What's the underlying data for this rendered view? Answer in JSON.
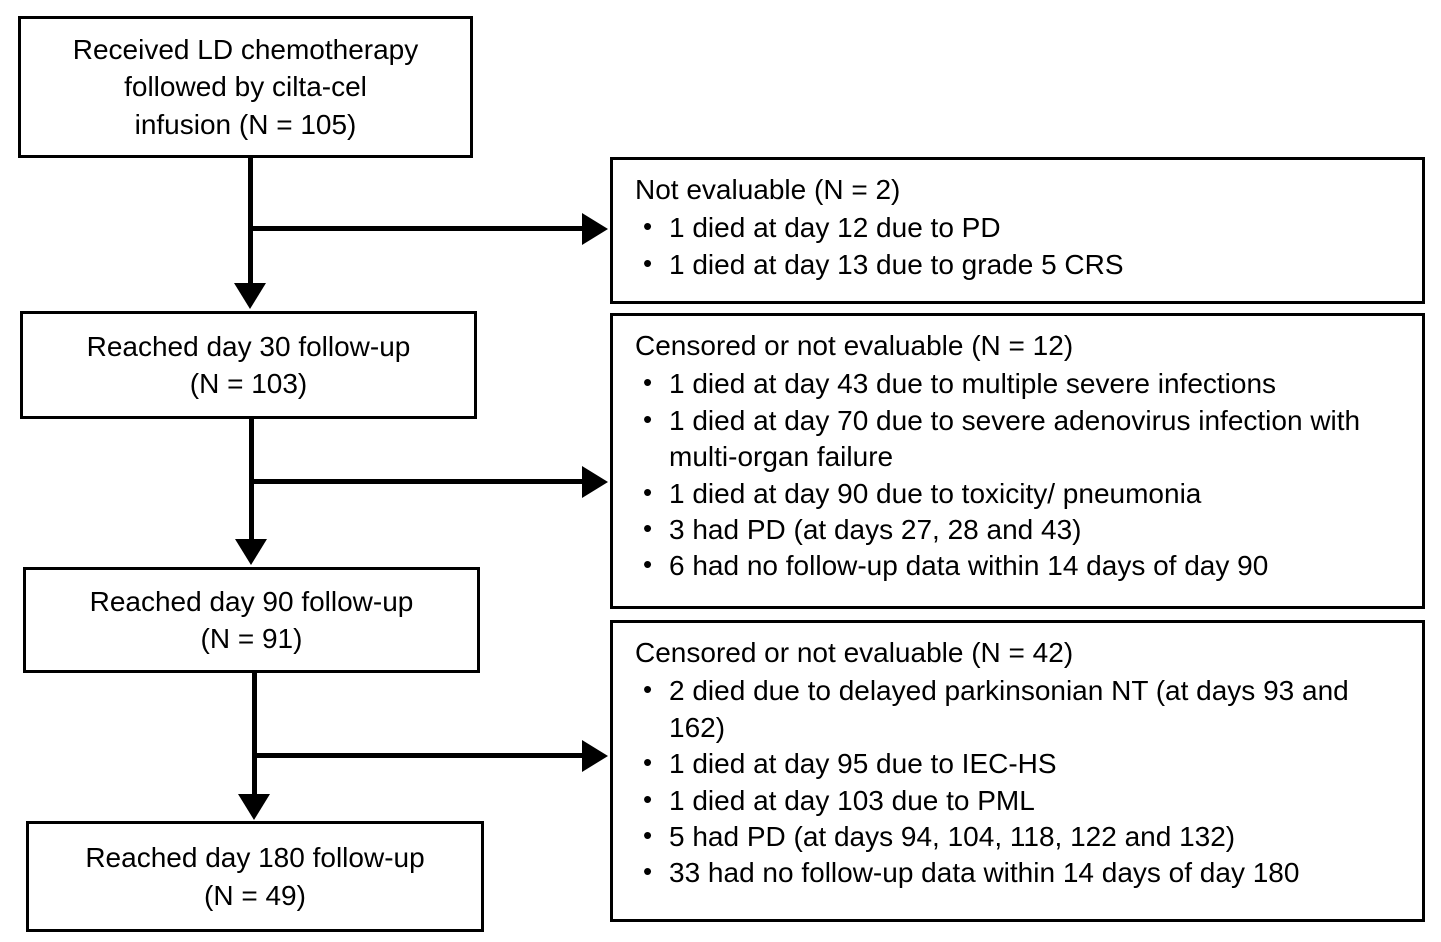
{
  "diagram": {
    "type": "flowchart",
    "title": "Patient follow-up CONSORT flow diagram",
    "accent_color": "#000000",
    "background_color": "#ffffff",
    "nodes": [
      {
        "id": "infusion",
        "lines": [
          "Received LD chemotherapy",
          "followed by cilta-cel",
          "infusion (N = 105)"
        ],
        "n": 105
      },
      {
        "id": "day30",
        "lines": [
          "Reached day 30 follow-up",
          "(N = 103)"
        ],
        "n": 103
      },
      {
        "id": "day90",
        "lines": [
          "Reached day 90 follow-up",
          "(N = 91)"
        ],
        "n": 91
      },
      {
        "id": "day180",
        "lines": [
          "Reached day 180 follow-up",
          "(N = 49)"
        ],
        "n": 49
      }
    ],
    "exclusions": [
      {
        "id": "excl-1",
        "heading": "Not evaluable (N = 2)",
        "n": 2,
        "bullet_glyph": "•",
        "items": [
          "1 died at day 12 due to PD",
          "1 died at day 13 due to grade 5 CRS"
        ]
      },
      {
        "id": "excl-2",
        "heading": "Censored or not evaluable (N = 12)",
        "n": 12,
        "bullet_glyph": "•",
        "items": [
          "1 died at day 43 due to multiple severe infections",
          "1 died at day 70 due to severe adenovirus infection with multi-organ failure",
          "1 died at day 90 due to toxicity/ pneumonia",
          "3 had PD (at days 27, 28 and 43)",
          "6 had no follow-up data within 14 days of day 90"
        ]
      },
      {
        "id": "excl-3",
        "heading": "Censored or not evaluable (N = 42)",
        "n": 42,
        "bullet_glyph": "•",
        "items": [
          "2 died due to delayed parkinsonian NT (at days 93 and 162)",
          "1 died at day 95 due to IEC-HS",
          "1 died at day 103 due to PML",
          "5 had PD (at days 94, 104, 118, 122 and 132)",
          "33 had no follow-up data within 14 days of day 180"
        ]
      }
    ]
  }
}
